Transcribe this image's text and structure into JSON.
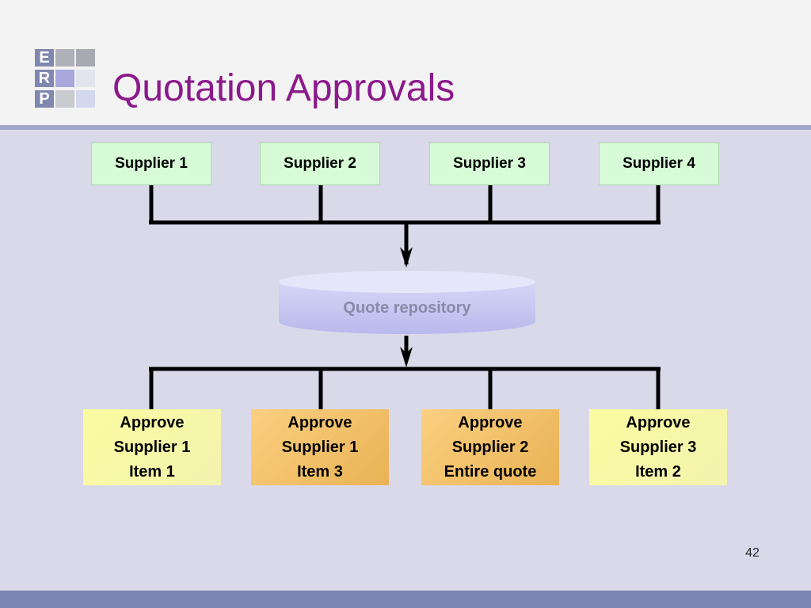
{
  "title": "Quotation Approvals",
  "logo": {
    "letters": [
      "E",
      "R",
      "P"
    ]
  },
  "suppliers": [
    {
      "label": "Supplier 1"
    },
    {
      "label": "Supplier 2"
    },
    {
      "label": "Supplier 3"
    },
    {
      "label": "Supplier 4"
    }
  ],
  "repository": {
    "label": "Quote repository"
  },
  "approvals": [
    {
      "label": "Approve\nSupplier 1\nItem 1",
      "color": "#fbfba0"
    },
    {
      "label": "Approve\nSupplier 1\nItem 3",
      "color": "#f2c56a"
    },
    {
      "label": "Approve\nSupplier 2\nEntire quote",
      "color": "#f2c56a"
    },
    {
      "label": "Approve\nSupplier 3\nItem 2",
      "color": "#fbfba0"
    }
  ],
  "page_number": "42",
  "colors": {
    "title": "#8b1a8b",
    "supplier_fill": "#d7fbd7",
    "repository_fill": "#c8c8f0",
    "footer": "#7c85b4"
  }
}
